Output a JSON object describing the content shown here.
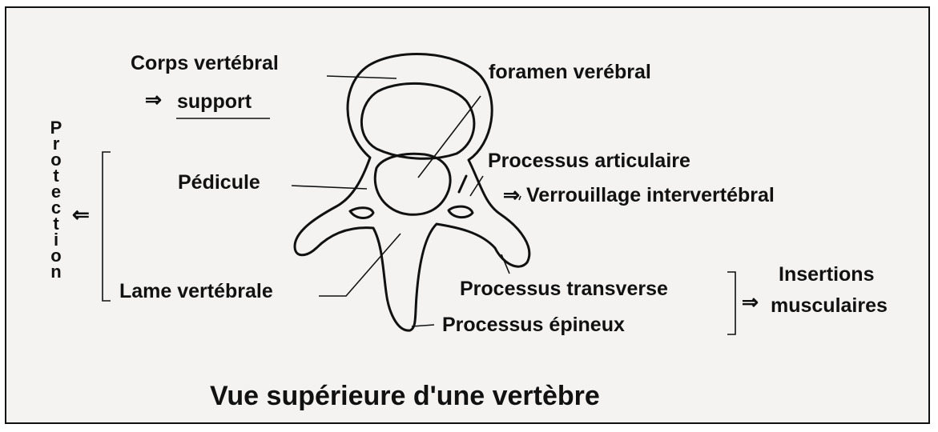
{
  "labels": {
    "corps": "Corps vertébral",
    "support_arrow": "⇒",
    "support": "support",
    "foramen": "foramen verébral",
    "pedicule": "Pédicule",
    "articulaire": "Processus articulaire",
    "verrouillage_arrow": "⇒",
    "verrouillage": "Verrouillage intervertébral",
    "lame": "Lame vertébrale",
    "transverse": "Processus transverse",
    "epineux": "Processus épineux",
    "insertions_arrow": "⇒",
    "insertions_line1": "Insertions",
    "insertions_line2": "musculaires",
    "protection_arrow": "⇐",
    "title": "Vue supérieure d'une vertèbre"
  },
  "protection_letters": [
    "P",
    "r",
    "o",
    "t",
    "e",
    "c",
    "t",
    "i",
    "o",
    "n"
  ]
}
